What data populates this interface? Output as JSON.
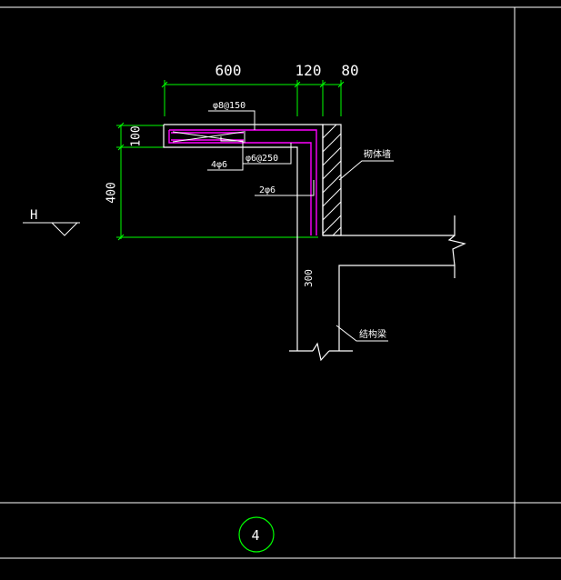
{
  "drawing": {
    "dimensions": {
      "width_600": "600",
      "width_120": "120",
      "width_80": "80",
      "height_100": "100",
      "height_400": "400",
      "depth_300": "300"
    },
    "rebar_labels": {
      "top_bar": "φ8@150",
      "long_bars": "4φ6",
      "stirrup": "φ6@250",
      "corner_bars": "2φ6"
    },
    "annotations": {
      "level_mark": "H",
      "wall_label": "砌体墙",
      "beam_label": "结构梁"
    },
    "title_block": {
      "detail_number": "4"
    }
  },
  "colors": {
    "background": "#000000",
    "frame": "#ffffff",
    "dimension": "#00ff00",
    "rebar": "#ff00ff",
    "title_circle": "#00ff00"
  }
}
